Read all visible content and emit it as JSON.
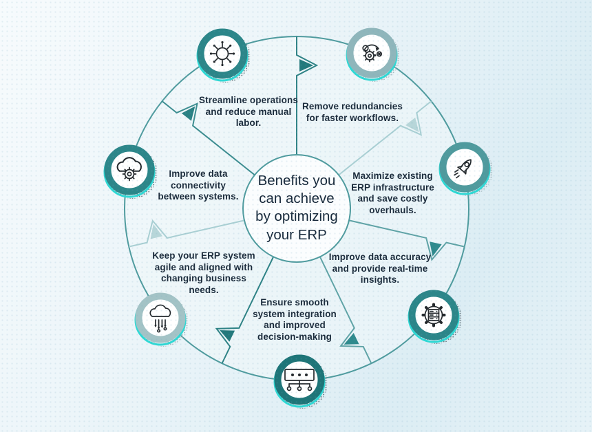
{
  "hub": {
    "title": "Benefits you\ncan achieve\nby optimizing\nyour ERP"
  },
  "segments": [
    {
      "id": "streamline",
      "icon": "hub-spokes-icon",
      "label": "Streamline operations\nand reduce manual\nlabor."
    },
    {
      "id": "redundancies",
      "icon": "automation-gear-icon",
      "label": "Remove redundancies\nfor faster workflows."
    },
    {
      "id": "maximize",
      "icon": "rocket-icon",
      "label": "Maximize existing\nERP infrastructure\nand save costly\noverhauls."
    },
    {
      "id": "accuracy",
      "icon": "gear-database-icon",
      "label": "Improve data accuracy\nand provide real-time\ninsights."
    },
    {
      "id": "integration",
      "icon": "network-nodes-icon",
      "label": "Ensure smooth\nsystem integration\nand improved\ndecision-making"
    },
    {
      "id": "agile",
      "icon": "cloud-arrows-icon",
      "label": "Keep your ERP system\nagile and aligned with\nchanging business\nneeds."
    },
    {
      "id": "connectivity",
      "icon": "cloud-gear-icon",
      "label": "Improve data\nconnectivity\nbetween systems."
    }
  ],
  "colors": {
    "teal_dark": "#2c8689",
    "teal_mid": "#5fa3a6",
    "teal_light": "#a9cfd3",
    "cyan_accent": "#2fd8d4",
    "ring_gray": "#8fb6bb",
    "text": "#1b2b3b",
    "background_start": "#f7fbfd",
    "background_end": "#dcedf4"
  }
}
